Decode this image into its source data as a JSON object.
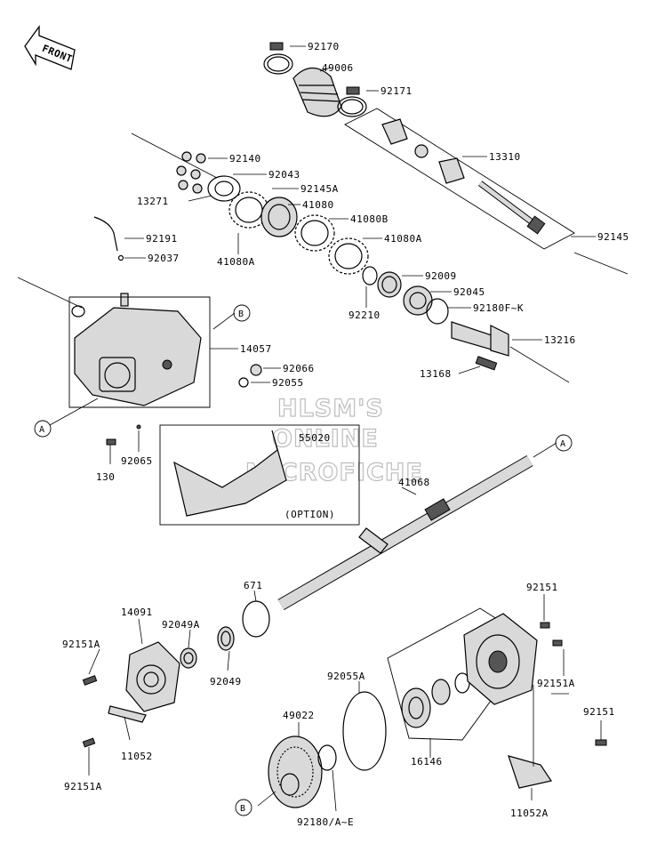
{
  "front_label": "FRONT",
  "option_label": "(OPTION)",
  "callouts": {
    "a": "A",
    "b": "B"
  },
  "watermark": [
    "HLSM'S",
    "ONLINE",
    "MICROFICHE"
  ],
  "part_numbers": {
    "p92170": "92170",
    "p49006": "49006",
    "p92171": "92171",
    "p13310": "13310",
    "p92140": "92140",
    "p92043": "92043",
    "p13271": "13271",
    "p92145A": "92145A",
    "p41080": "41080",
    "p41080B": "41080B",
    "p92191": "92191",
    "p41080A_1": "41080A",
    "p41080A_2": "41080A",
    "p92145": "92145",
    "p92037": "92037",
    "p92009": "92009",
    "p92045": "92045",
    "p92180FK": "92180F~K",
    "p92210": "92210",
    "p14057": "14057",
    "p13216": "13216",
    "p92066": "92066",
    "p92055": "92055",
    "p13168": "13168",
    "p55020": "55020",
    "p92065": "92065",
    "p130": "130",
    "p41068": "41068",
    "p671": "671",
    "p92151_1": "92151",
    "p14091": "14091",
    "p92049A": "92049A",
    "p92151A_1": "92151A",
    "p92049": "92049",
    "p92151A_2": "92151A",
    "p92055A": "92055A",
    "p92151_2": "92151",
    "p49022": "49022",
    "p11052": "11052",
    "p16146": "16146",
    "p92151A_3": "92151A",
    "p92180AE": "92180/A~E",
    "p11052A": "11052A"
  }
}
